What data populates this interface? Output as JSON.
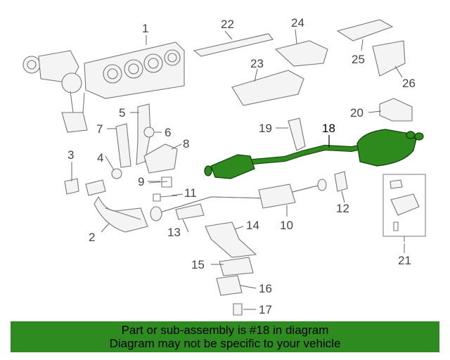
{
  "callouts": [
    "1",
    "2",
    "3",
    "4",
    "5",
    "6",
    "7",
    "8",
    "9",
    "10",
    "11",
    "12",
    "13",
    "14",
    "15",
    "16",
    "17",
    "18",
    "19",
    "20",
    "21",
    "22",
    "23",
    "24",
    "25",
    "26"
  ],
  "highlight_color": "#2e8b20",
  "banner": {
    "line1": "Part or sub-assembly is #18 in diagram",
    "line2": "Diagram may not be specific to your vehicle"
  }
}
